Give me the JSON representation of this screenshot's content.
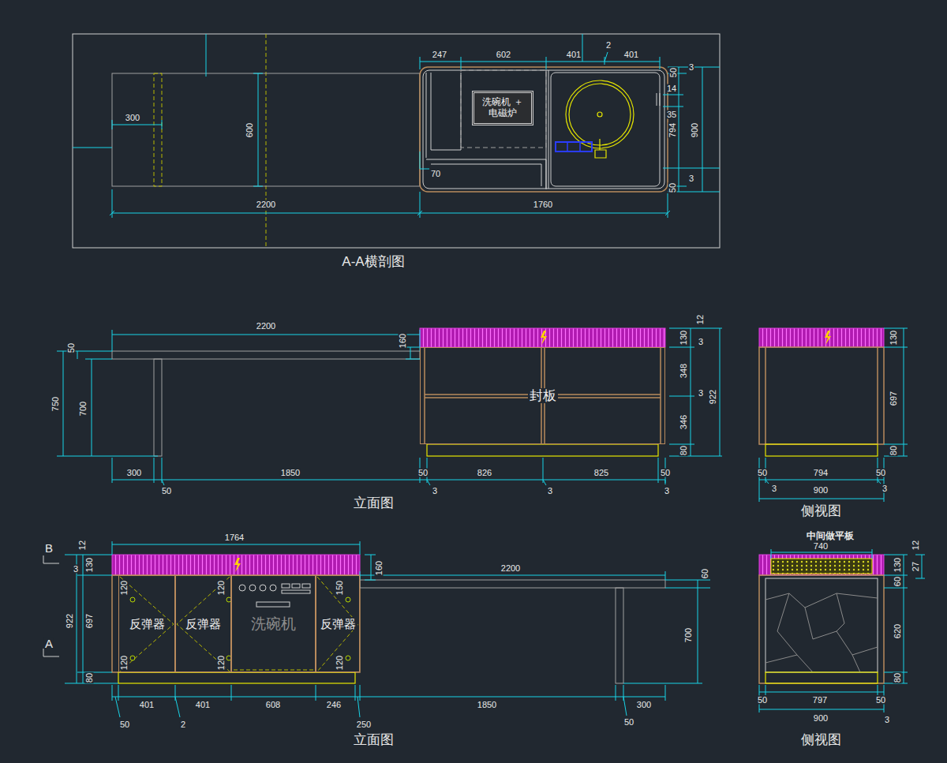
{
  "diagram": {
    "nodes": [
      {
        "text": [
          "洗碗机 ＋电磁炉"
        ]
      },
      {
        "text": [
          "封板"
        ]
      },
      {
        "text": [
          "反弹器"
        ]
      },
      {
        "text": [
          "反弹器"
        ]
      },
      {
        "text": [
          "洗碗机"
        ]
      },
      {
        "text": [
          "反弹器"
        ]
      }
    ],
    "labels": [
      "247",
      "602",
      "401",
      "2",
      "401",
      "50",
      "3",
      "14",
      "35",
      "794",
      "900",
      "50",
      "3",
      "300",
      "600",
      "70",
      "2200",
      "1760",
      "A-A横剖图",
      "2200",
      "50",
      "750",
      "700",
      "160",
      "12",
      "130",
      "3",
      "348",
      "3",
      "346",
      "922",
      "80",
      "300",
      "1850",
      "50",
      "826",
      "825",
      "50",
      "50",
      "3",
      "3",
      "3",
      "立面图",
      "130",
      "697",
      "80",
      "50",
      "794",
      "50",
      "3",
      "3",
      "900",
      "侧视图",
      "B",
      "A",
      "12",
      "130",
      "3",
      "922",
      "697",
      "80",
      "1764",
      "160",
      "2200",
      "60",
      "700",
      "120",
      "120",
      "150",
      "120",
      "120",
      "120",
      "50",
      "401",
      "2",
      "401",
      "608",
      "246",
      "250",
      "1850",
      "300",
      "50",
      "立面图",
      "中间做平板",
      "740",
      "12",
      "130",
      "27",
      "60",
      "620",
      "80",
      "50",
      "797",
      "50",
      "900",
      "3",
      "侧视图"
    ]
  }
}
